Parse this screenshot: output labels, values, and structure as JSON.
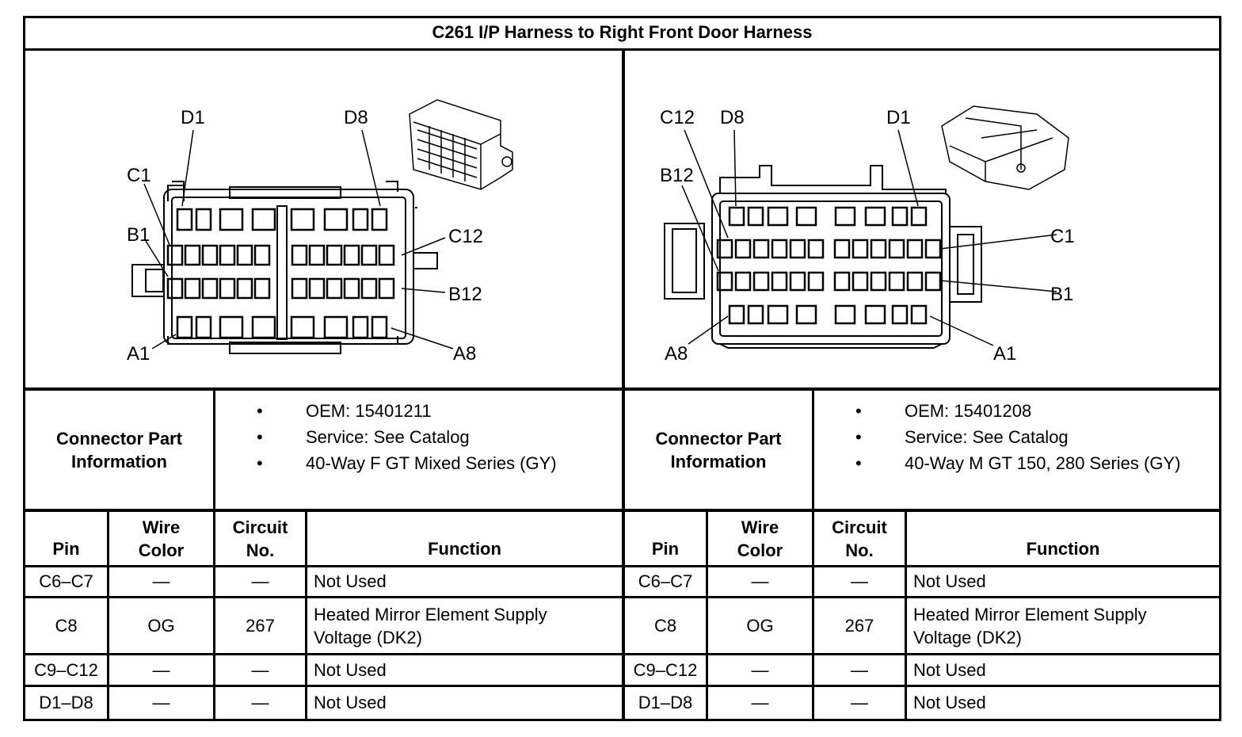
{
  "title": "C261 I/P Harness to Right Front Door Harness",
  "left": {
    "pin_labels": [
      "D1",
      "D8",
      "C1",
      "B1",
      "C12",
      "B12",
      "A1",
      "A8"
    ],
    "info_title": "Connector Part Information",
    "info": [
      "OEM: 15401211",
      "Service: See Catalog",
      "40-Way F GT Mixed Series (GY)"
    ],
    "headers": {
      "pin": "Pin",
      "wire_color": "Wire Color",
      "circuit": "Circuit No.",
      "function": "Function"
    },
    "rows": [
      {
        "pin": "C6–C7",
        "wire": "—",
        "circuit": "—",
        "function": "Not Used"
      },
      {
        "pin": "C8",
        "wire": "OG",
        "circuit": "267",
        "function": "Heated Mirror Element Supply Voltage (DK2)"
      },
      {
        "pin": "C9–C12",
        "wire": "—",
        "circuit": "—",
        "function": "Not Used"
      },
      {
        "pin": "D1–D8",
        "wire": "—",
        "circuit": "—",
        "function": "Not Used"
      }
    ]
  },
  "right": {
    "pin_labels": [
      "C12",
      "D8",
      "D1",
      "B12",
      "C1",
      "B1",
      "A8",
      "A1"
    ],
    "info_title": "Connector Part Information",
    "info": [
      "OEM: 15401208",
      "Service: See Catalog",
      "40-Way M GT 150, 280 Series (GY)"
    ],
    "headers": {
      "pin": "Pin",
      "wire_color": "Wire Color",
      "circuit": "Circuit No.",
      "function": "Function"
    },
    "rows": [
      {
        "pin": "C6–C7",
        "wire": "—",
        "circuit": "—",
        "function": "Not Used"
      },
      {
        "pin": "C8",
        "wire": "OG",
        "circuit": "267",
        "function": "Heated Mirror Element Supply Voltage (DK2)"
      },
      {
        "pin": "C9–C12",
        "wire": "—",
        "circuit": "—",
        "function": "Not Used"
      },
      {
        "pin": "D1–D8",
        "wire": "—",
        "circuit": "—",
        "function": "Not Used"
      }
    ]
  },
  "bullet_glyph": "•"
}
